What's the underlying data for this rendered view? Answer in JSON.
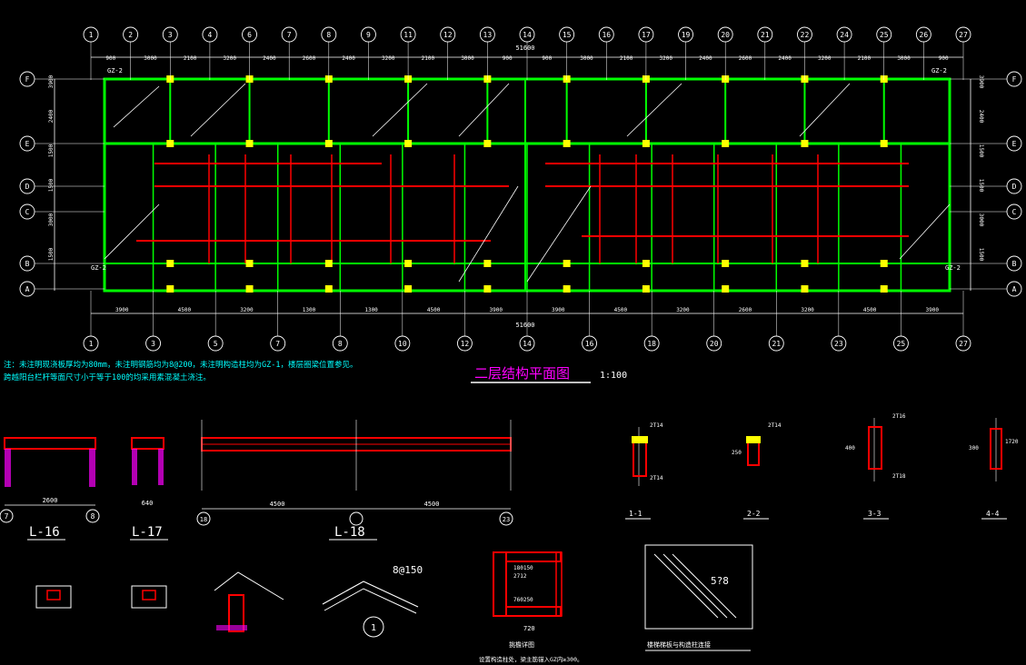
{
  "colors": {
    "background": "#000000",
    "grid_line": "#ffffff",
    "wall": "#00ff00",
    "beam": "#ff0000",
    "column": "#ffff00",
    "dimension": "#ffffff",
    "accent": "#ff00ff",
    "label": "#00ffff"
  },
  "plan": {
    "title": "二层结构平面图",
    "scale": "1:100",
    "total_dim": "51600",
    "top_axes": [
      "1",
      "2",
      "3",
      "4",
      "6",
      "7",
      "8",
      "9",
      "11",
      "12",
      "13",
      "14",
      "15",
      "16",
      "17",
      "19",
      "20",
      "21",
      "22",
      "24",
      "25",
      "26",
      "27"
    ],
    "bottom_axes": [
      "1",
      "3",
      "5",
      "7",
      "8",
      "10",
      "12",
      "14",
      "16",
      "18",
      "20",
      "21",
      "23",
      "25",
      "27"
    ],
    "row_axes": [
      "F",
      "E",
      "D",
      "C",
      "B",
      "A"
    ],
    "top_dims": [
      "900",
      "3000",
      "2100",
      "3200",
      "2400",
      "2600",
      "2400",
      "3200",
      "2100",
      "3000",
      "900",
      "900",
      "3000",
      "2100",
      "3200",
      "2400",
      "2600",
      "2400",
      "3200",
      "2100",
      "3000",
      "900"
    ],
    "bottom_dims": [
      "3900",
      "4500",
      "3200",
      "1300",
      "1300",
      "4500",
      "3900",
      "3900",
      "4500",
      "3200",
      "2600",
      "3200",
      "4500",
      "3900"
    ],
    "side_dims": [
      "3900",
      "2400",
      "1500",
      "1500",
      "3000",
      "1500"
    ],
    "gz_labels": [
      "GZ-2",
      "GZ-2",
      "GZ-2",
      "GZ-2"
    ],
    "notes": [
      "注：未注明现浇板厚均为80mm，未注明钢筋均为8@200，未注明构造柱均为GZ-1，楼层圈梁位置参见。",
      "    跨越阳台栏杆等面尺寸小于等于100的均采用素混凝土浇注。"
    ]
  },
  "details": {
    "beams": [
      {
        "label": "L-16",
        "axes": [
          "7",
          "8"
        ],
        "span": "2600"
      },
      {
        "label": "L-17",
        "axes": [],
        "span": "640"
      },
      {
        "label": "L-18",
        "axes": [
          "18",
          "23"
        ],
        "span": "4500"
      }
    ],
    "sections": [
      "1-1",
      "2-2",
      "3-3",
      "4-4"
    ],
    "section_dims": [
      "2T14",
      "2T14",
      "2T16",
      "2T18",
      "1720",
      "400",
      "300",
      "250"
    ],
    "misc_labels": [
      "8@150",
      "5?8",
      "720",
      "2712",
      "180150",
      "760250"
    ],
    "circle_label": "1",
    "caption_stair": "楼梯梯板与构造柱连接",
    "caption_wall": "挑檐详图",
    "caption_gz": "设置构造柱处，梁主筋锚入GZ内≥300。"
  }
}
